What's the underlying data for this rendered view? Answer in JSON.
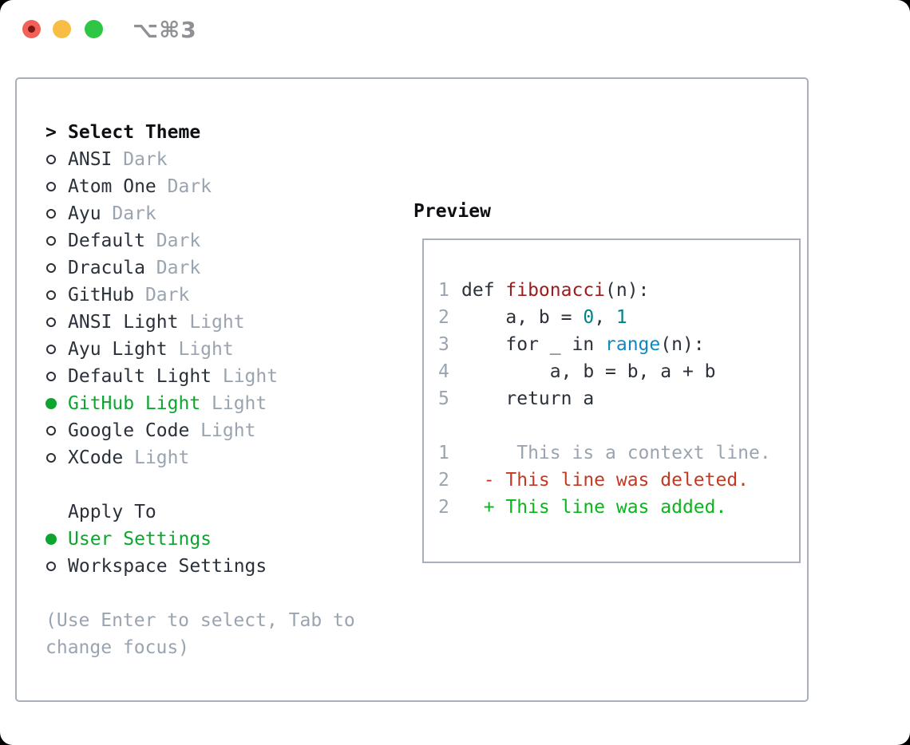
{
  "titlebar": {
    "title": "⌥⌘3",
    "buttons": [
      "close",
      "minimize",
      "zoom"
    ]
  },
  "left": {
    "header_prefix": ">",
    "header_label": "Select Theme",
    "themes": [
      {
        "name": "ANSI",
        "variant": "Dark",
        "selected": false
      },
      {
        "name": "Atom One",
        "variant": "Dark",
        "selected": false
      },
      {
        "name": "Ayu",
        "variant": "Dark",
        "selected": false
      },
      {
        "name": "Default",
        "variant": "Dark",
        "selected": false
      },
      {
        "name": "Dracula",
        "variant": "Dark",
        "selected": false
      },
      {
        "name": "GitHub",
        "variant": "Dark",
        "selected": false
      },
      {
        "name": "ANSI Light",
        "variant": "Light",
        "selected": false
      },
      {
        "name": "Ayu Light",
        "variant": "Light",
        "selected": false
      },
      {
        "name": "Default Light",
        "variant": "Light",
        "selected": false
      },
      {
        "name": "GitHub Light",
        "variant": "Light",
        "selected": true
      },
      {
        "name": "Google Code",
        "variant": "Light",
        "selected": false
      },
      {
        "name": "XCode",
        "variant": "Light",
        "selected": false
      }
    ],
    "apply_to_label": "Apply To",
    "apply_options": [
      {
        "label": "User Settings",
        "selected": true
      },
      {
        "label": "Workspace Settings",
        "selected": false
      }
    ],
    "hint": "(Use Enter to select, Tab to change focus)"
  },
  "preview": {
    "label": "Preview",
    "lines": [
      {
        "num": "1",
        "segments": [
          {
            "text": "def ",
            "style": "plain"
          },
          {
            "text": "fibonacci",
            "style": "function"
          },
          {
            "text": "(n):",
            "style": "plain"
          }
        ]
      },
      {
        "num": "2",
        "segments": [
          {
            "text": "    a, b = ",
            "style": "plain"
          },
          {
            "text": "0",
            "style": "number"
          },
          {
            "text": ", ",
            "style": "plain"
          },
          {
            "text": "1",
            "style": "number"
          }
        ]
      },
      {
        "num": "3",
        "segments": [
          {
            "text": "    for _ in ",
            "style": "plain"
          },
          {
            "text": "range",
            "style": "builtin"
          },
          {
            "text": "(n):",
            "style": "plain"
          }
        ]
      },
      {
        "num": "4",
        "segments": [
          {
            "text": "        a, b = b, a + b",
            "style": "plain"
          }
        ]
      },
      {
        "num": "5",
        "segments": [
          {
            "text": "    return a",
            "style": "plain"
          }
        ]
      },
      {
        "num": "",
        "segments": []
      },
      {
        "num": "1",
        "segments": [
          {
            "text": "     This is a context line.",
            "style": "context"
          }
        ]
      },
      {
        "num": "2",
        "segments": [
          {
            "text": "  - This line was deleted.",
            "style": "deleted"
          }
        ]
      },
      {
        "num": "2",
        "segments": [
          {
            "text": "  + This line was added.",
            "style": "added"
          }
        ]
      }
    ]
  },
  "colors": {
    "tl-red": "#f2605a",
    "tl-red-dot": "#7e150f",
    "tl-yellow": "#f8bd45",
    "tl-green": "#30c645",
    "title-gray": "#8e9094",
    "border": "#a8afb9",
    "head": "#0d0f12",
    "ink": "#2b313a",
    "code-ink": "#2b313a",
    "muted": "#9aa4b1",
    "accent-green": "#0da52f",
    "add-green": "#0bb51c",
    "del-red": "#c23a23",
    "fn-red": "#a01b1b",
    "num-teal": "#00828b",
    "bi-blue": "#1287bf"
  }
}
